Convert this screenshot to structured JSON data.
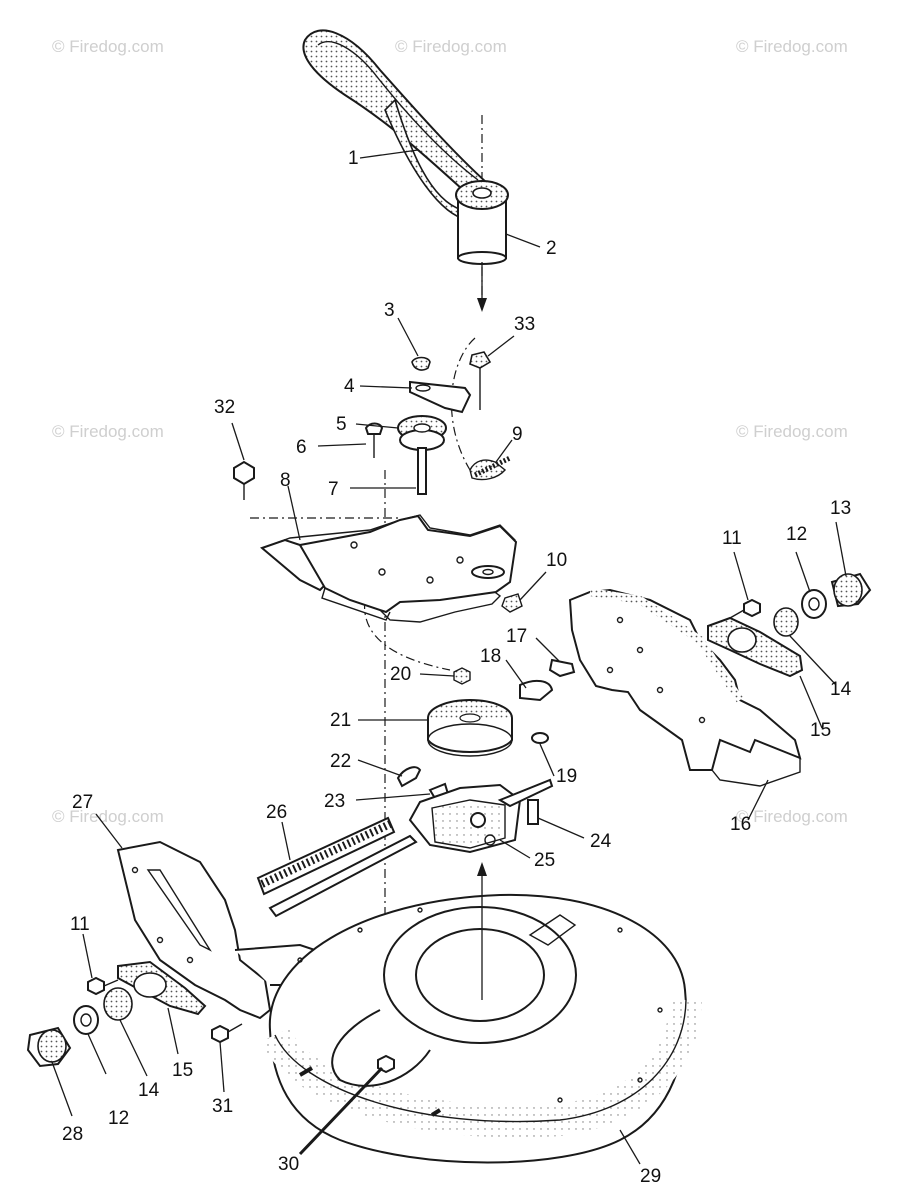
{
  "watermark": "© Firedog.com",
  "callouts": [
    "1",
    "2",
    "3",
    "33",
    "4",
    "5",
    "6",
    "7",
    "8",
    "9",
    "32",
    "10",
    "11",
    "12",
    "13",
    "14",
    "15",
    "16",
    "17",
    "18",
    "19",
    "20",
    "21",
    "22",
    "23",
    "24",
    "25",
    "26",
    "27",
    "11",
    "12",
    "14",
    "15",
    "28",
    "29",
    "30",
    "31"
  ]
}
